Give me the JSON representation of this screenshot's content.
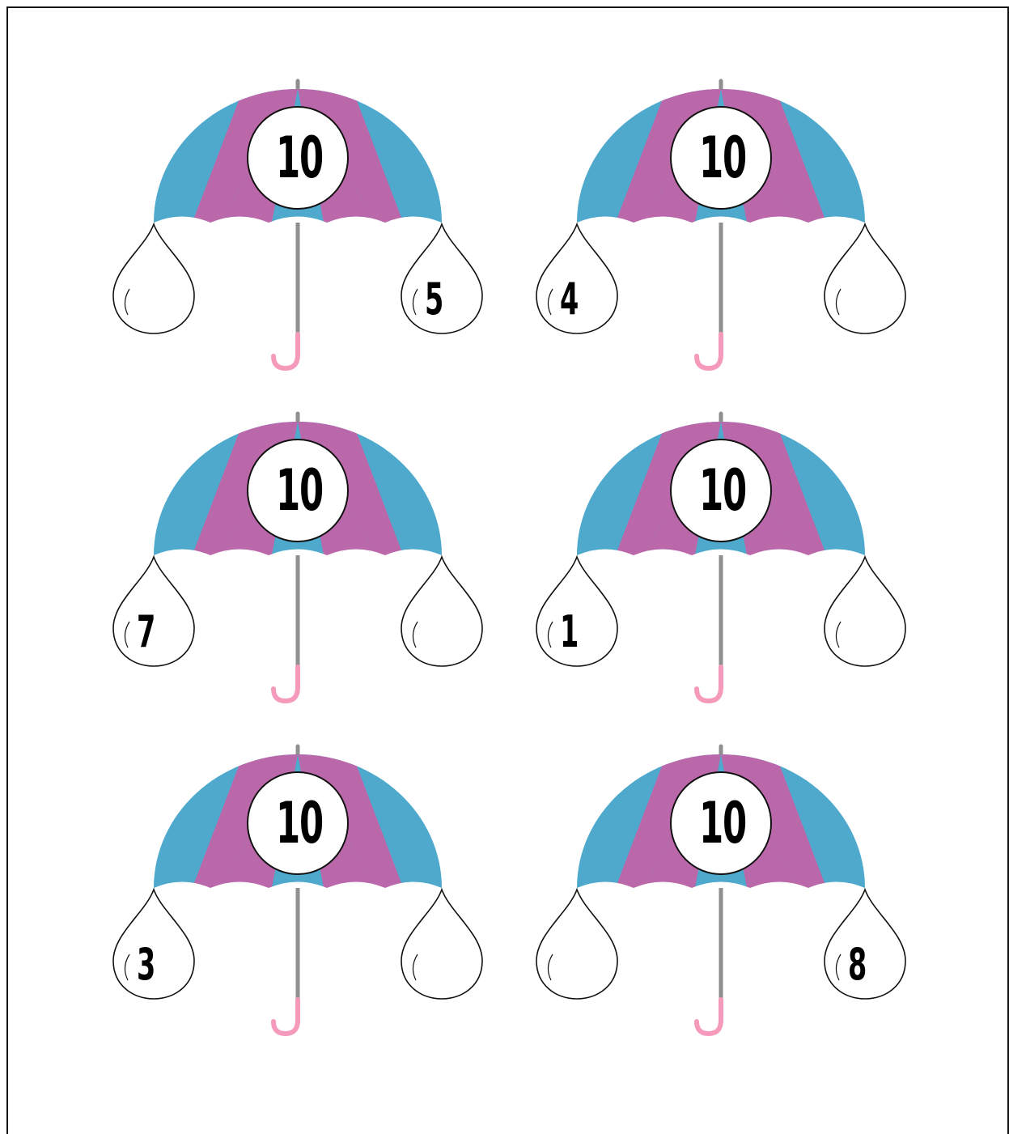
{
  "worksheet": {
    "umbrellas": [
      {
        "total": "10",
        "left_drop": "",
        "right_drop": "5"
      },
      {
        "total": "10",
        "left_drop": "4",
        "right_drop": ""
      },
      {
        "total": "10",
        "left_drop": "7",
        "right_drop": ""
      },
      {
        "total": "10",
        "left_drop": "1",
        "right_drop": ""
      },
      {
        "total": "10",
        "left_drop": "3",
        "right_drop": ""
      },
      {
        "total": "10",
        "left_drop": "",
        "right_drop": "8"
      }
    ],
    "colors": {
      "canopy_blue": "#4ea9cd",
      "canopy_purple": "#bb68aa",
      "shaft_gray": "#8f8f8f",
      "handle_pink": "#f59abb",
      "outline": "#111111"
    }
  }
}
